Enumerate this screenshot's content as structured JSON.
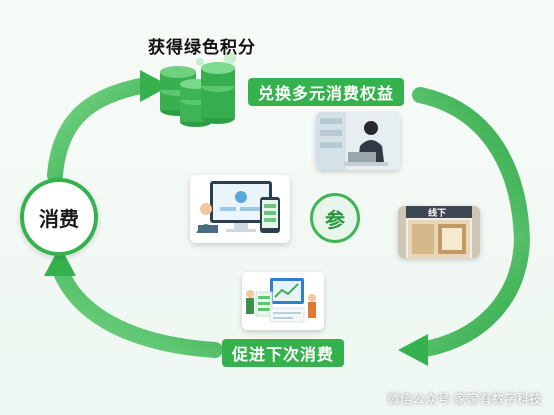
{
  "diagram": {
    "title": "获得绿色积分",
    "top_step": "兑换多元消费权益",
    "left_node": "消费",
    "center_badge": "参",
    "bottom_step": "促进下次消费",
    "store_sign": "线下",
    "watermark": "微信公众号·家家有数字科技"
  },
  "colors": {
    "arrow_green": "#35b24d",
    "arrow_light": "#6fd17f",
    "coin_green": "#2e9e45"
  }
}
